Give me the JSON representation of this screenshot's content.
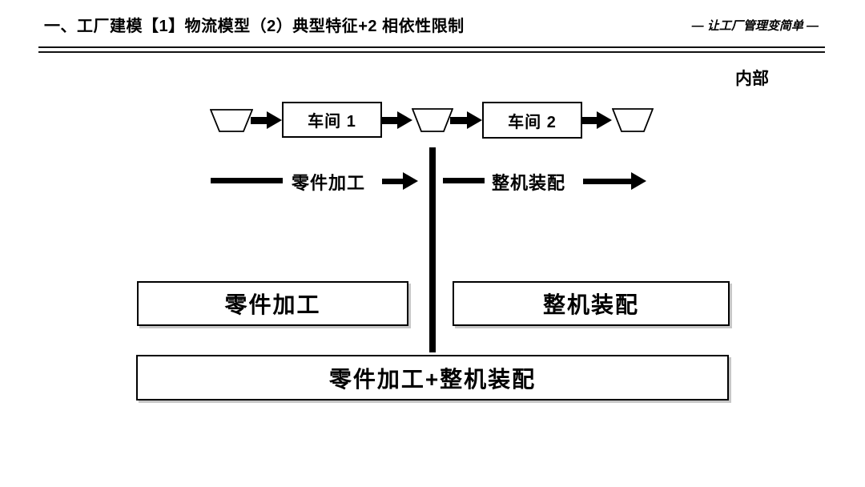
{
  "header": {
    "title": "一、工厂建模【1】物流模型（2）典型特征+2 相依性限制",
    "slogan": "— 让工厂管理变简单 —"
  },
  "scope_label": "内部",
  "flow": {
    "workshop1": "车间 1",
    "workshop2": "车间 2",
    "stage_left": "零件加工",
    "stage_right": "整机装配"
  },
  "panels": {
    "left": "零件加工",
    "right": "整机装配",
    "combined": "零件加工+整机装配"
  },
  "colors": {
    "ink": "#000000",
    "background": "#ffffff"
  }
}
